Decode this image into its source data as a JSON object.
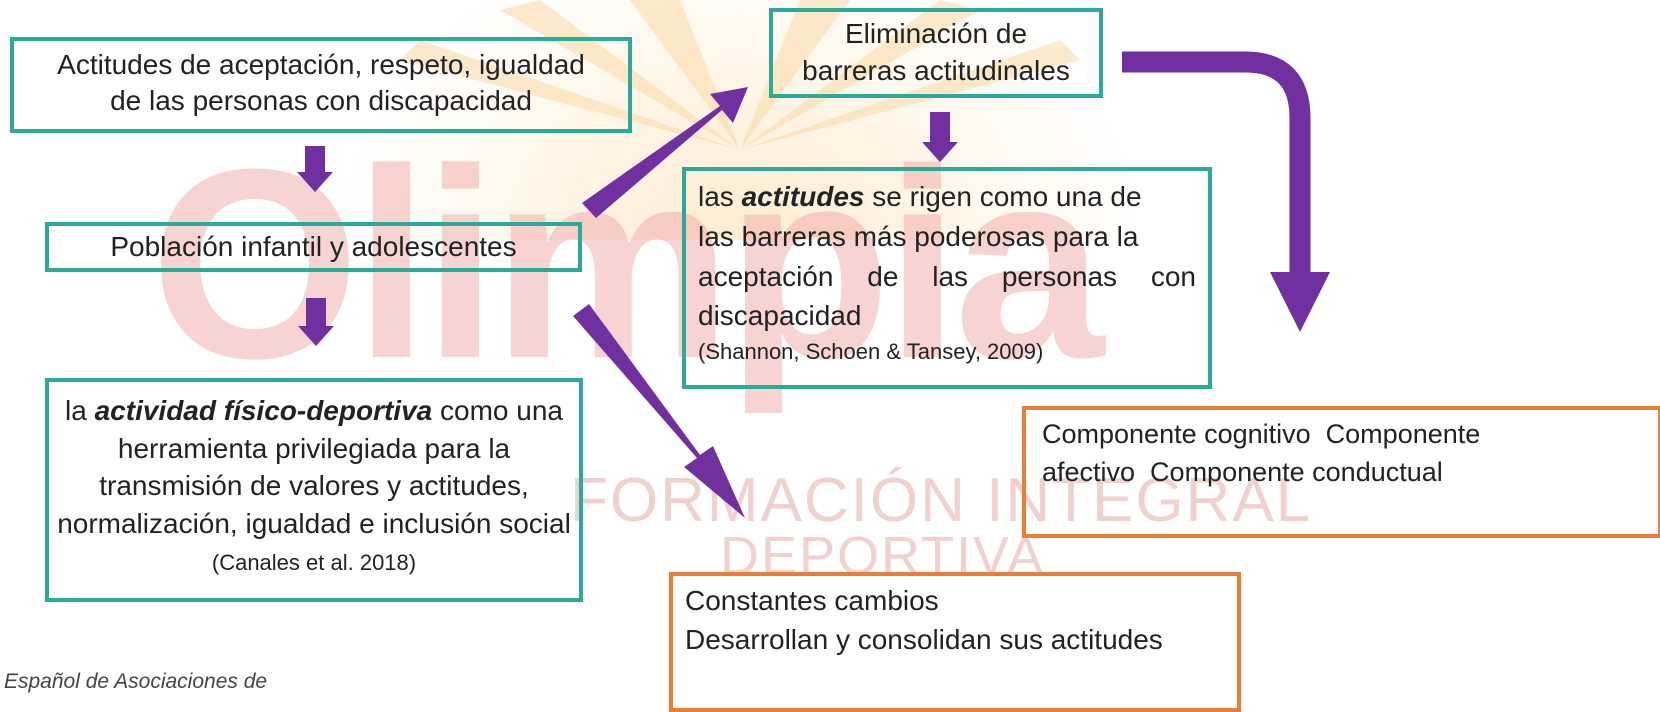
{
  "watermark": {
    "logo": "Olimpia",
    "subtitle_line1": "FORMACIÓN INTEGRAL",
    "subtitle_line2": "DEPORTIVA"
  },
  "boxes": {
    "attitudes": {
      "line1": "Actitudes de aceptación, respeto, igualdad",
      "line2": "de las personas con discapacidad"
    },
    "population": {
      "text": "Población infantil y adolescentes"
    },
    "sport": {
      "pre": "la ",
      "emphasis": "actividad físico-deportiva",
      "post": " como una herramienta privilegiada para la transmisión de valores y actitudes, normalización, igualdad e inclusión social ",
      "citation": "(Canales et al. 2018)"
    },
    "barriers": {
      "line1": "Eliminación de",
      "line2": "barreras actitudinales"
    },
    "attitudes_barrier": {
      "line1_pre": "las ",
      "line1_emphasis": "actitudes",
      "line1_post": " se rigen como una de",
      "line2": "las barreras más poderosas para la",
      "line3": "aceptación de las personas con",
      "line4": "discapacidad",
      "citation": "(Shannon, Schoen & Tansey, 2009)"
    },
    "components": {
      "line1": "Componente cognitivo  Componente",
      "line2": "afectivo  Componente conductual"
    },
    "changes": {
      "line1": "Constantes cambios",
      "line2": "Desarrollan y consolidan sus actitudes"
    }
  },
  "footer": {
    "text": "Español de Asociaciones de"
  },
  "colors": {
    "teal_border": "#2aaa98",
    "orange_border": "#ec7d35",
    "arrow": "#7030a0"
  }
}
